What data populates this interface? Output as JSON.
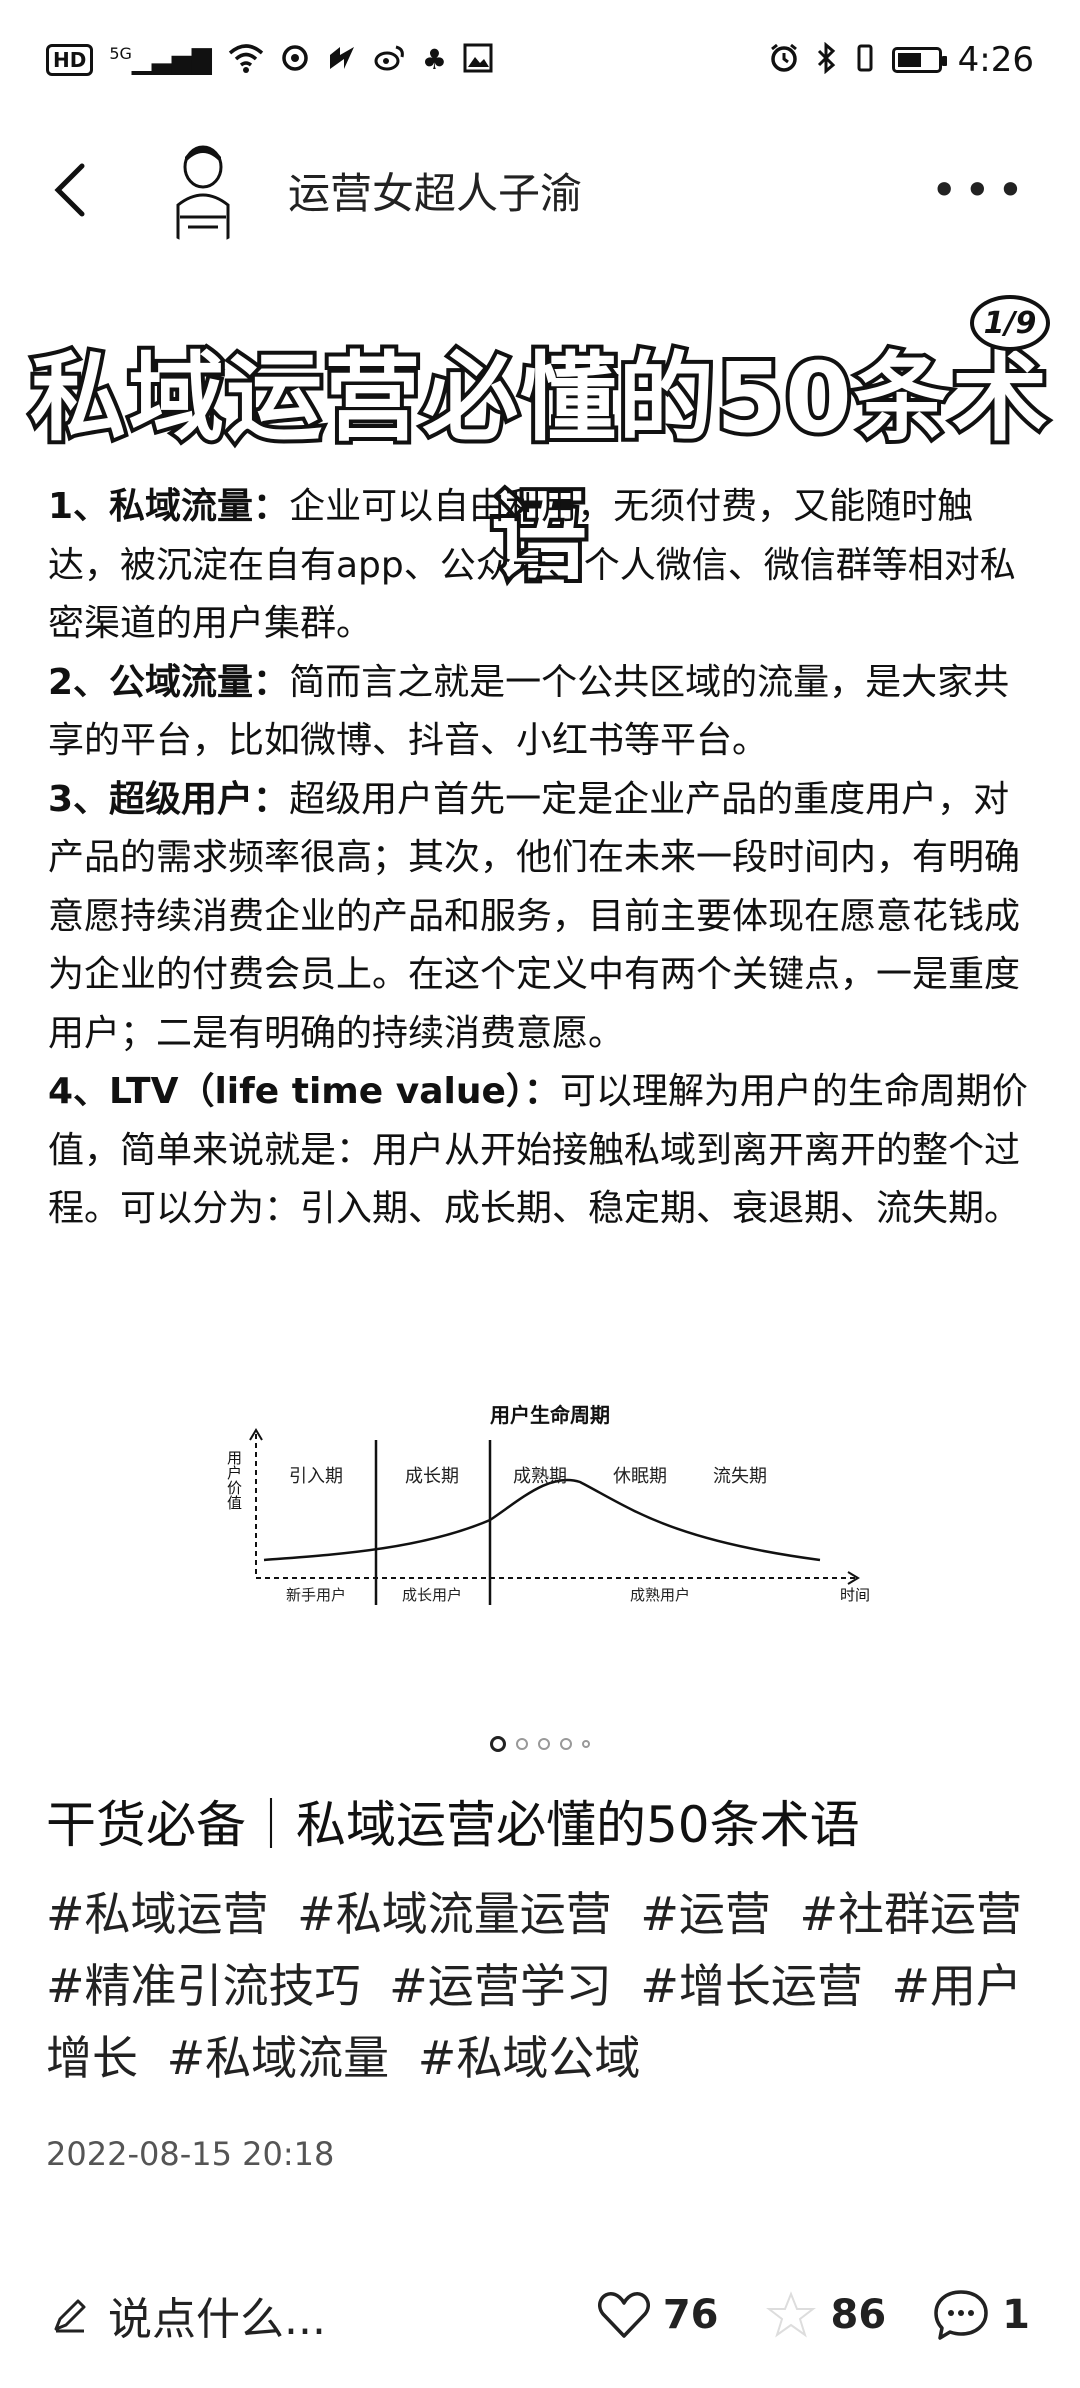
{
  "status_bar": {
    "time": "4:26",
    "network": "5G",
    "battery_level": 0.6
  },
  "header": {
    "author_name": "运营女超人子渝"
  },
  "banner": {
    "title": "私域运营必懂的50条术语",
    "page_badge": "1/9"
  },
  "article": {
    "items": [
      {
        "term": "1、私域流量：",
        "text": "企业可以自由利用，无须付费，又能随时触达，被沉淀在自有app、公众号、个人微信、微信群等相对私密渠道的用户集群。"
      },
      {
        "term": "2、公域流量：",
        "text": "简而言之就是一个公共区域的流量，是大家共享的平台，比如微博、抖音、小红书等平台。"
      },
      {
        "term": "3、超级用户：",
        "text": "超级用户首先一定是企业产品的重度用户，对产品的需求频率很高；其次，他们在未来一段时间内，有明确意愿持续消费企业的产品和服务，目前主要体现在愿意花钱成为企业的付费会员上。在这个定义中有两个关键点，一是重度用户；二是有明确的持续消费意愿。"
      },
      {
        "term": "4、LTV（life time value）：",
        "text": "可以理解为用户的生命周期价值，简单来说就是：用户从开始接触私域到离开离开的整个过程。可以分为：引入期、成长期、稳定期、衰退期、流失期。"
      }
    ]
  },
  "chart": {
    "title": "用户生命周期",
    "y_label": "用户价值",
    "x_label": "时间",
    "stages": [
      "引入期",
      "成长期",
      "成熟期",
      "休眠期",
      "流失期"
    ],
    "user_types": [
      "新手用户",
      "成长用户",
      "成熟用户"
    ]
  },
  "pagination": {
    "current": 1,
    "total": 9
  },
  "post": {
    "title": "干货必备｜私域运营必懂的50条术语",
    "tags": [
      "#私域运营",
      "#私域流量运营",
      "#运营",
      "#社群运营",
      "#精准引流技巧",
      "#运营学习",
      "#增长运营",
      "#用户增长",
      "#私域流量",
      "#私域公域"
    ],
    "date": "2022-08-15 20:18"
  },
  "bottom_bar": {
    "comment_placeholder": "说点什么...",
    "likes": "76",
    "collects": "86",
    "comments": "1"
  }
}
